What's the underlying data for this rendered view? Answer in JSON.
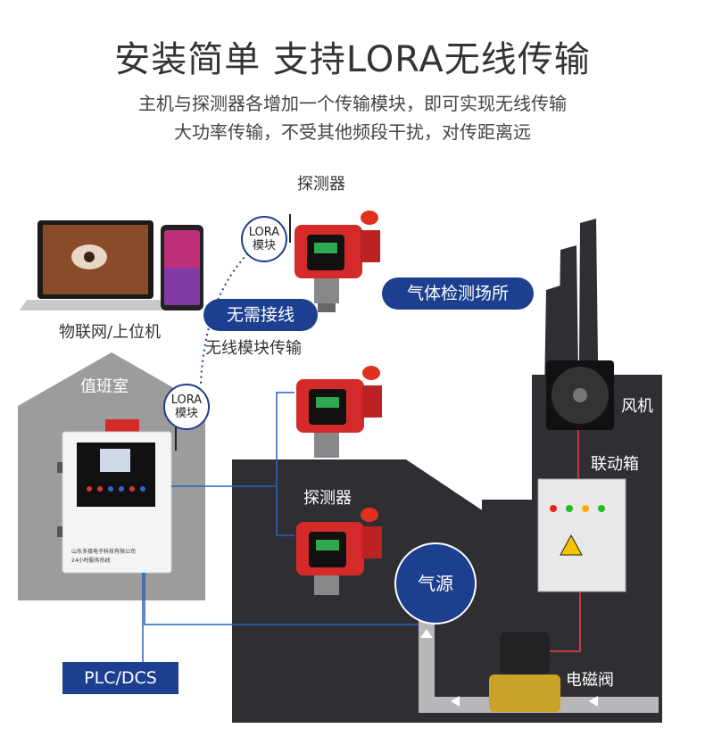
{
  "header": {
    "title": "安装简单 支持LORA无线传输",
    "subtitle_line1": "主机与探测器各增加一个传输模块，即可实现无线传输",
    "subtitle_line2": "大功率传输，不受其他频段干扰，对传距离远"
  },
  "labels": {
    "detector_top": "探测器",
    "detector_mid": "探测器",
    "iot_host": "物联网/上位机",
    "no_wiring": "无需接线",
    "wireless_module": "无线模块传输",
    "gas_site": "气体检测场所",
    "duty_room": "值班室",
    "fan": "风机",
    "linkage_box": "联动箱",
    "gas_source": "气源",
    "solenoid_valve": "电磁阀",
    "plc": "PLC/DCS",
    "lora_top": "LORA",
    "module_top": "模块",
    "lora_mid": "LORA",
    "module_mid": "模块"
  },
  "controller": {
    "company": "山东多接电子科技有限公司",
    "hotline": "24小时服务热线"
  },
  "colors": {
    "navy": "#1d3f8f",
    "factory": "#2f2f33",
    "room": "#9c9c9c",
    "detector_red": "#d42a2a",
    "pipe": "#b8b8b8"
  }
}
